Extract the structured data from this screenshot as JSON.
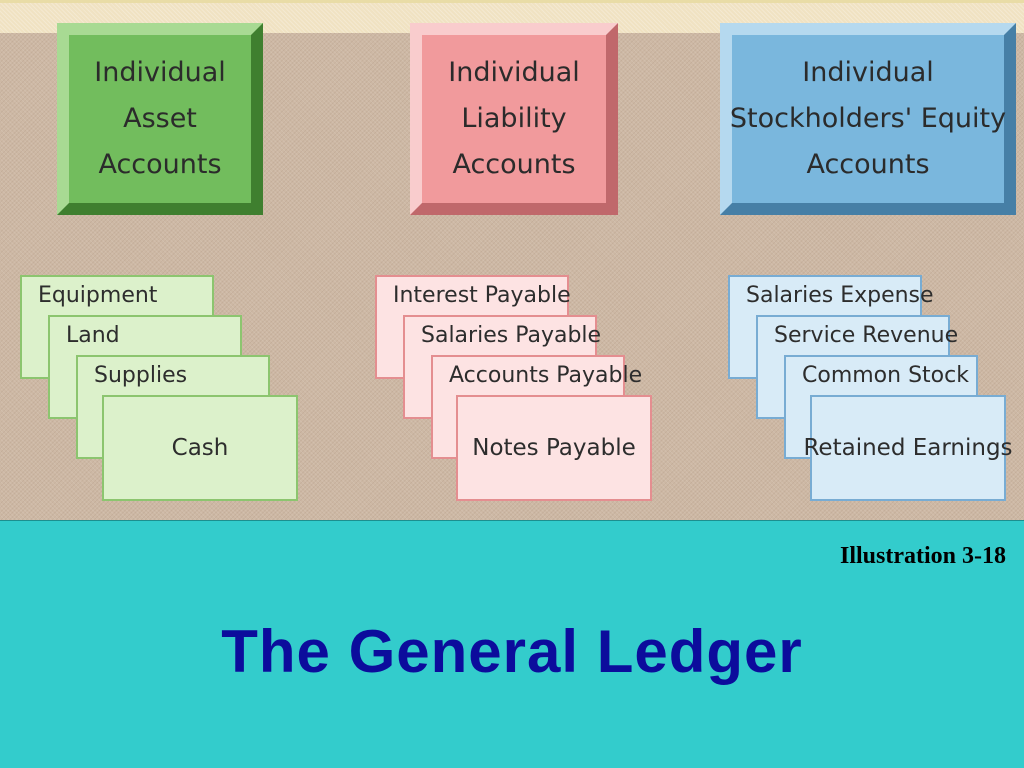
{
  "header_boxes": {
    "asset": [
      "Individual",
      "Asset",
      "Accounts"
    ],
    "liability": [
      "Individual",
      "Liability",
      "Accounts"
    ],
    "equity": [
      "Individual",
      "Stockholders' Equity",
      "Accounts"
    ]
  },
  "asset_accounts": [
    "Equipment",
    "Land",
    "Supplies",
    "Cash"
  ],
  "liability_accounts": [
    "Interest Payable",
    "Salaries Payable",
    "Accounts Payable",
    "Notes Payable"
  ],
  "equity_accounts": [
    "Salaries Expense",
    "Service Revenue",
    "Common Stock",
    "Retained Earnings"
  ],
  "illustration_label": "Illustration 3-18",
  "title": "The General Ledger",
  "colors": {
    "asset": "#72bd5d",
    "liability": "#f19a9c",
    "equity": "#7ab7dd",
    "banner": "#33cccc",
    "title": "#0c0c9c"
  }
}
